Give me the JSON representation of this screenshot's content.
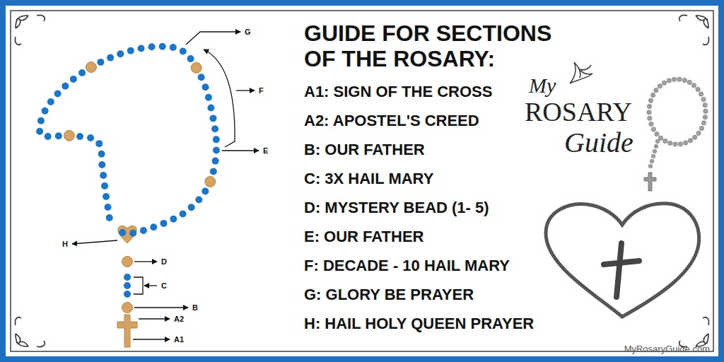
{
  "diagram": {
    "title": "GUIDE FOR SECTIONS OF THE ROSARY:",
    "labels": [
      "G",
      "F",
      "E",
      "H",
      "D",
      "C",
      "B",
      "A2",
      "A1",
      "A1: SIGN OF THE CROSS",
      "A2: APOSTEL'S CREED",
      "B: OUR FATHER",
      "C: 3X HAIL MARY",
      "D: MYSTERY BEAD (1- 5)",
      "E: OUR FATHER",
      "F: DECADE - 10 HAIL MARY",
      "G: GLORY BE PRAYER",
      "H: HAIL HOLY QUEEN PRAYER",
      "My",
      "ROSARY",
      "Guide",
      "MyRosaryGuide.com"
    ]
  }
}
